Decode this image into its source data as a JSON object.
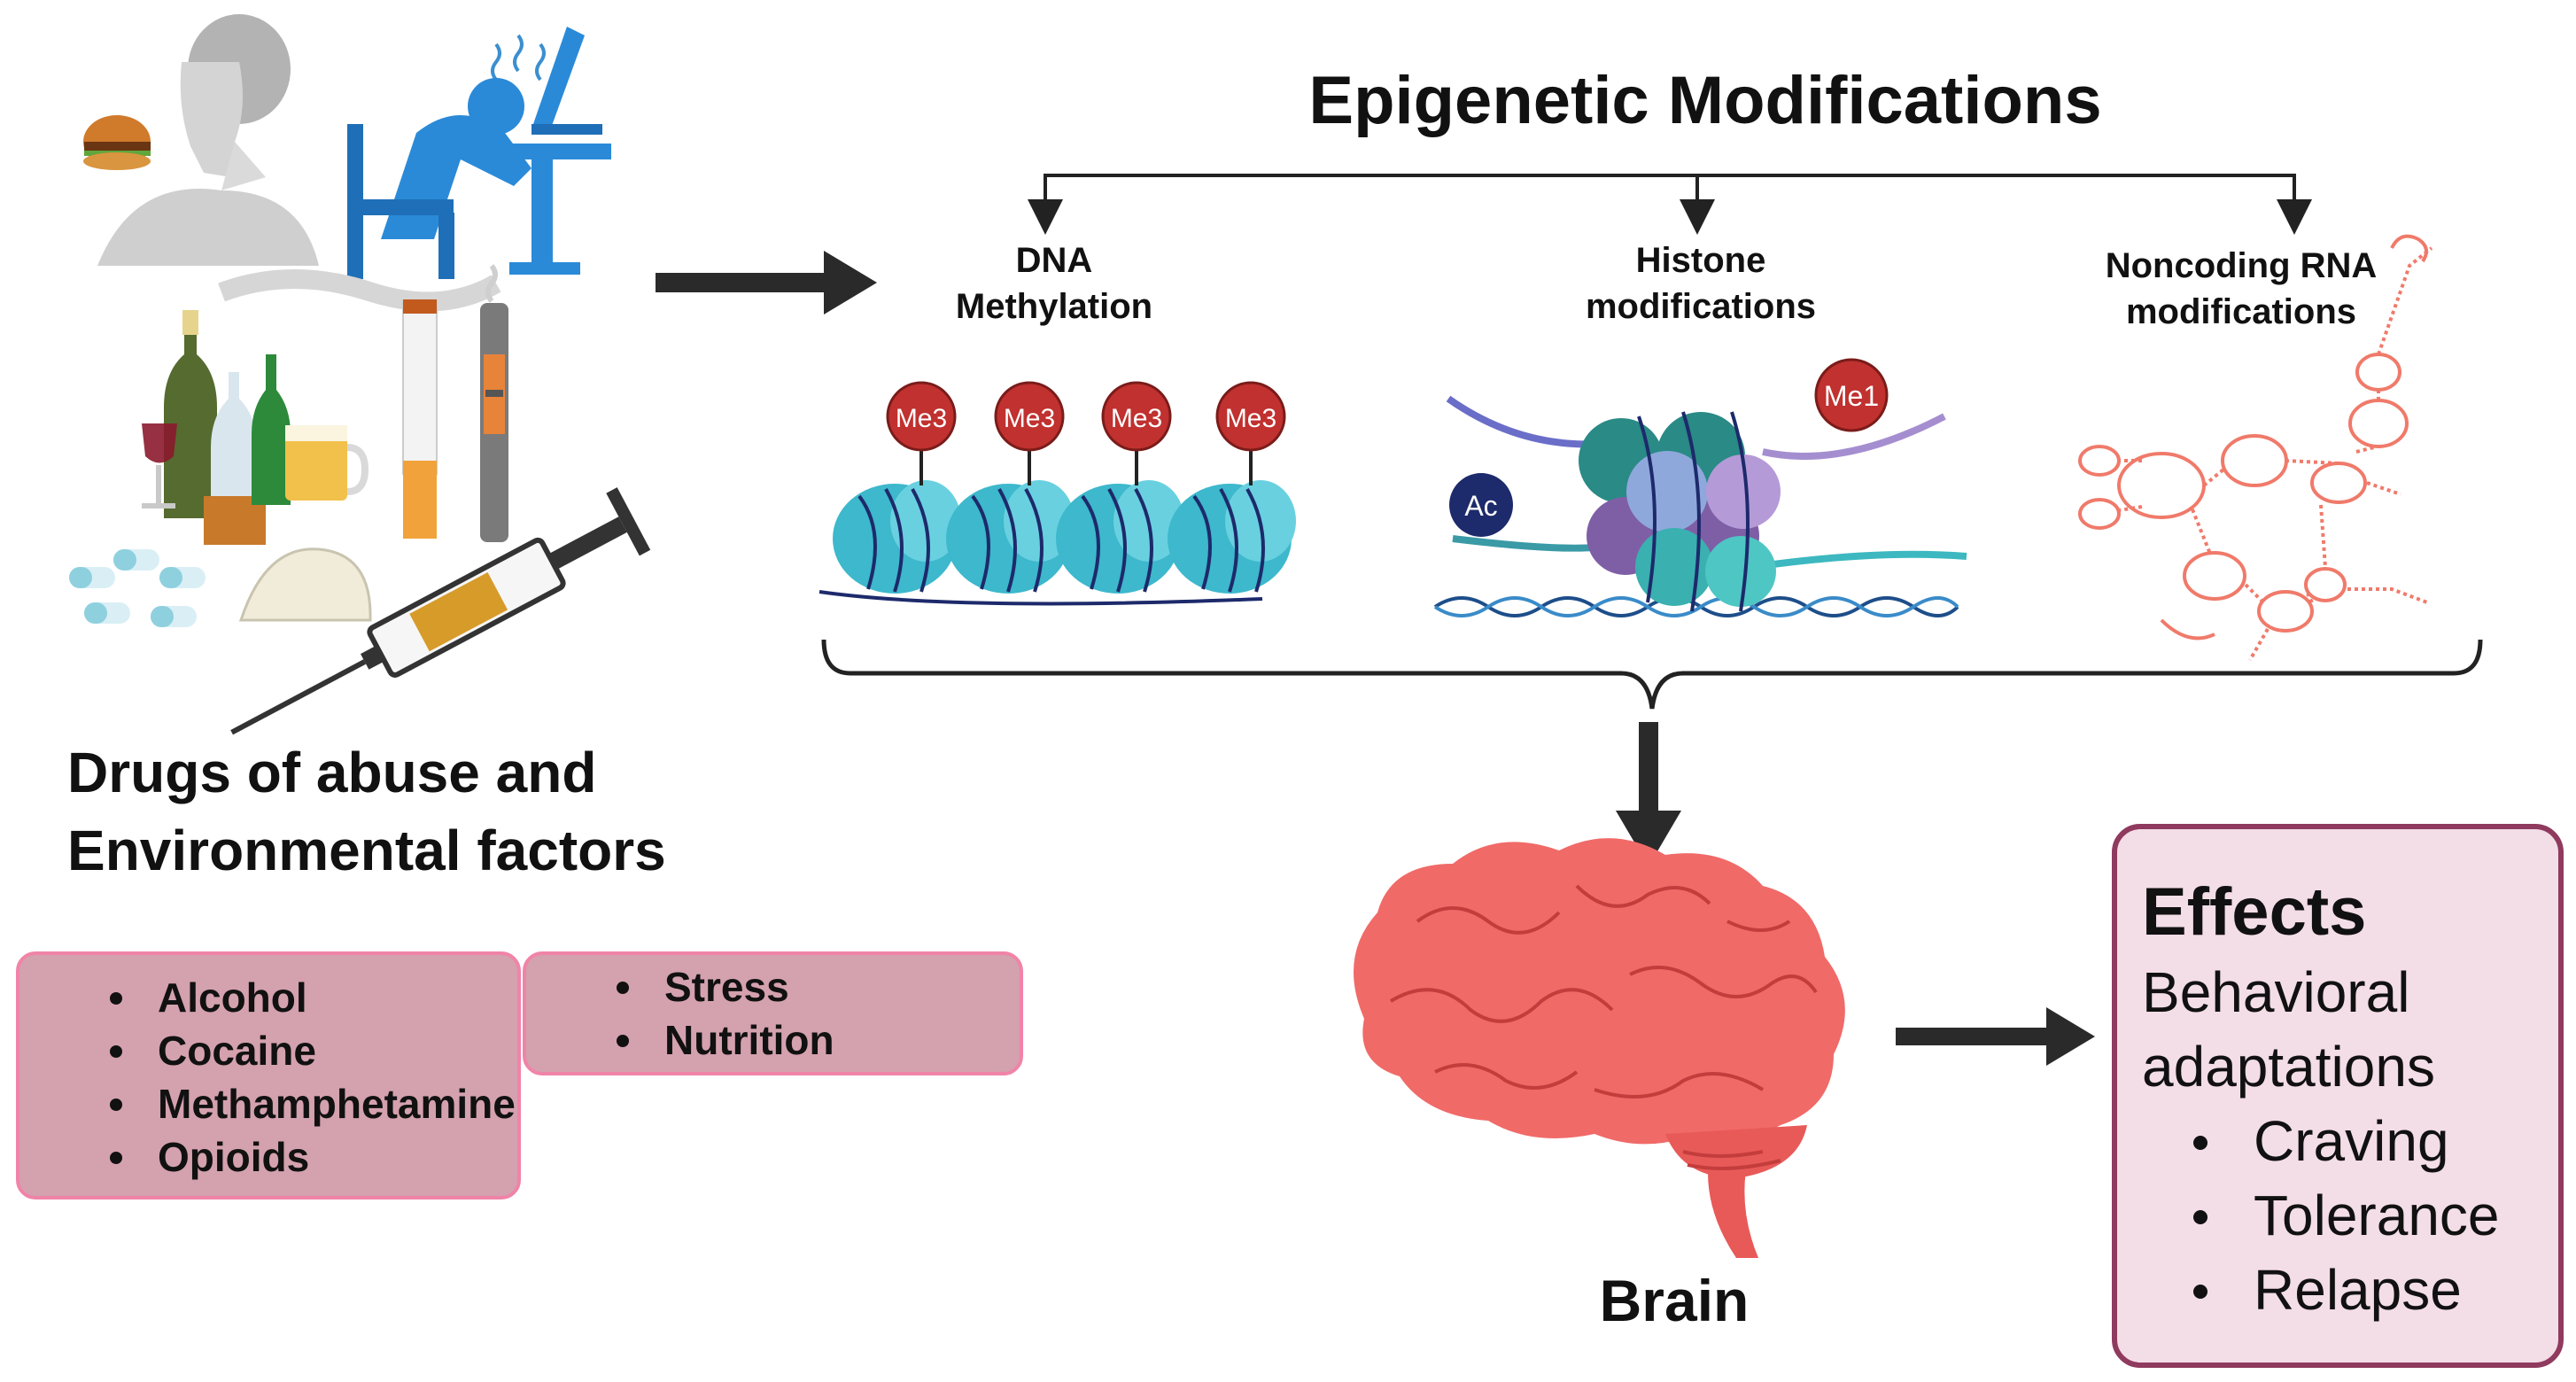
{
  "title": "Epigenetic Modifications",
  "branches": [
    {
      "label_lines": [
        "DNA",
        "Methylation"
      ]
    },
    {
      "label_lines": [
        "Histone",
        "modifications"
      ]
    },
    {
      "label_lines": [
        "Noncoding RNA",
        "modifications"
      ]
    }
  ],
  "marks": {
    "dna_methyl": [
      "Me3",
      "Me3",
      "Me3",
      "Me3"
    ],
    "histone_methyl": "Me1",
    "histone_acetyl": "Ac"
  },
  "drugs": {
    "title": "Drugs of abuse and Environmental factors",
    "drug_list": [
      "Alcohol",
      "Cocaine",
      "Methamphetamine",
      "Opioids"
    ],
    "env_list": [
      "Stress",
      "Nutrition"
    ]
  },
  "brain_label": "Brain",
  "effects": {
    "title": "Effects",
    "subtitle": "Behavioral adaptations",
    "items": [
      "Craving",
      "Tolerance",
      "Relapse"
    ]
  },
  "colors": {
    "nucleosome": "#3db8cc",
    "dna_strand": "#1d2a6b",
    "me_bubble": "#c0312f",
    "rna": "#f07a6a",
    "brain": "#f06a68",
    "drug_box": "#d4a1ae",
    "effects_border": "#8f3a5e",
    "effects_fill": "#f3dde7"
  }
}
